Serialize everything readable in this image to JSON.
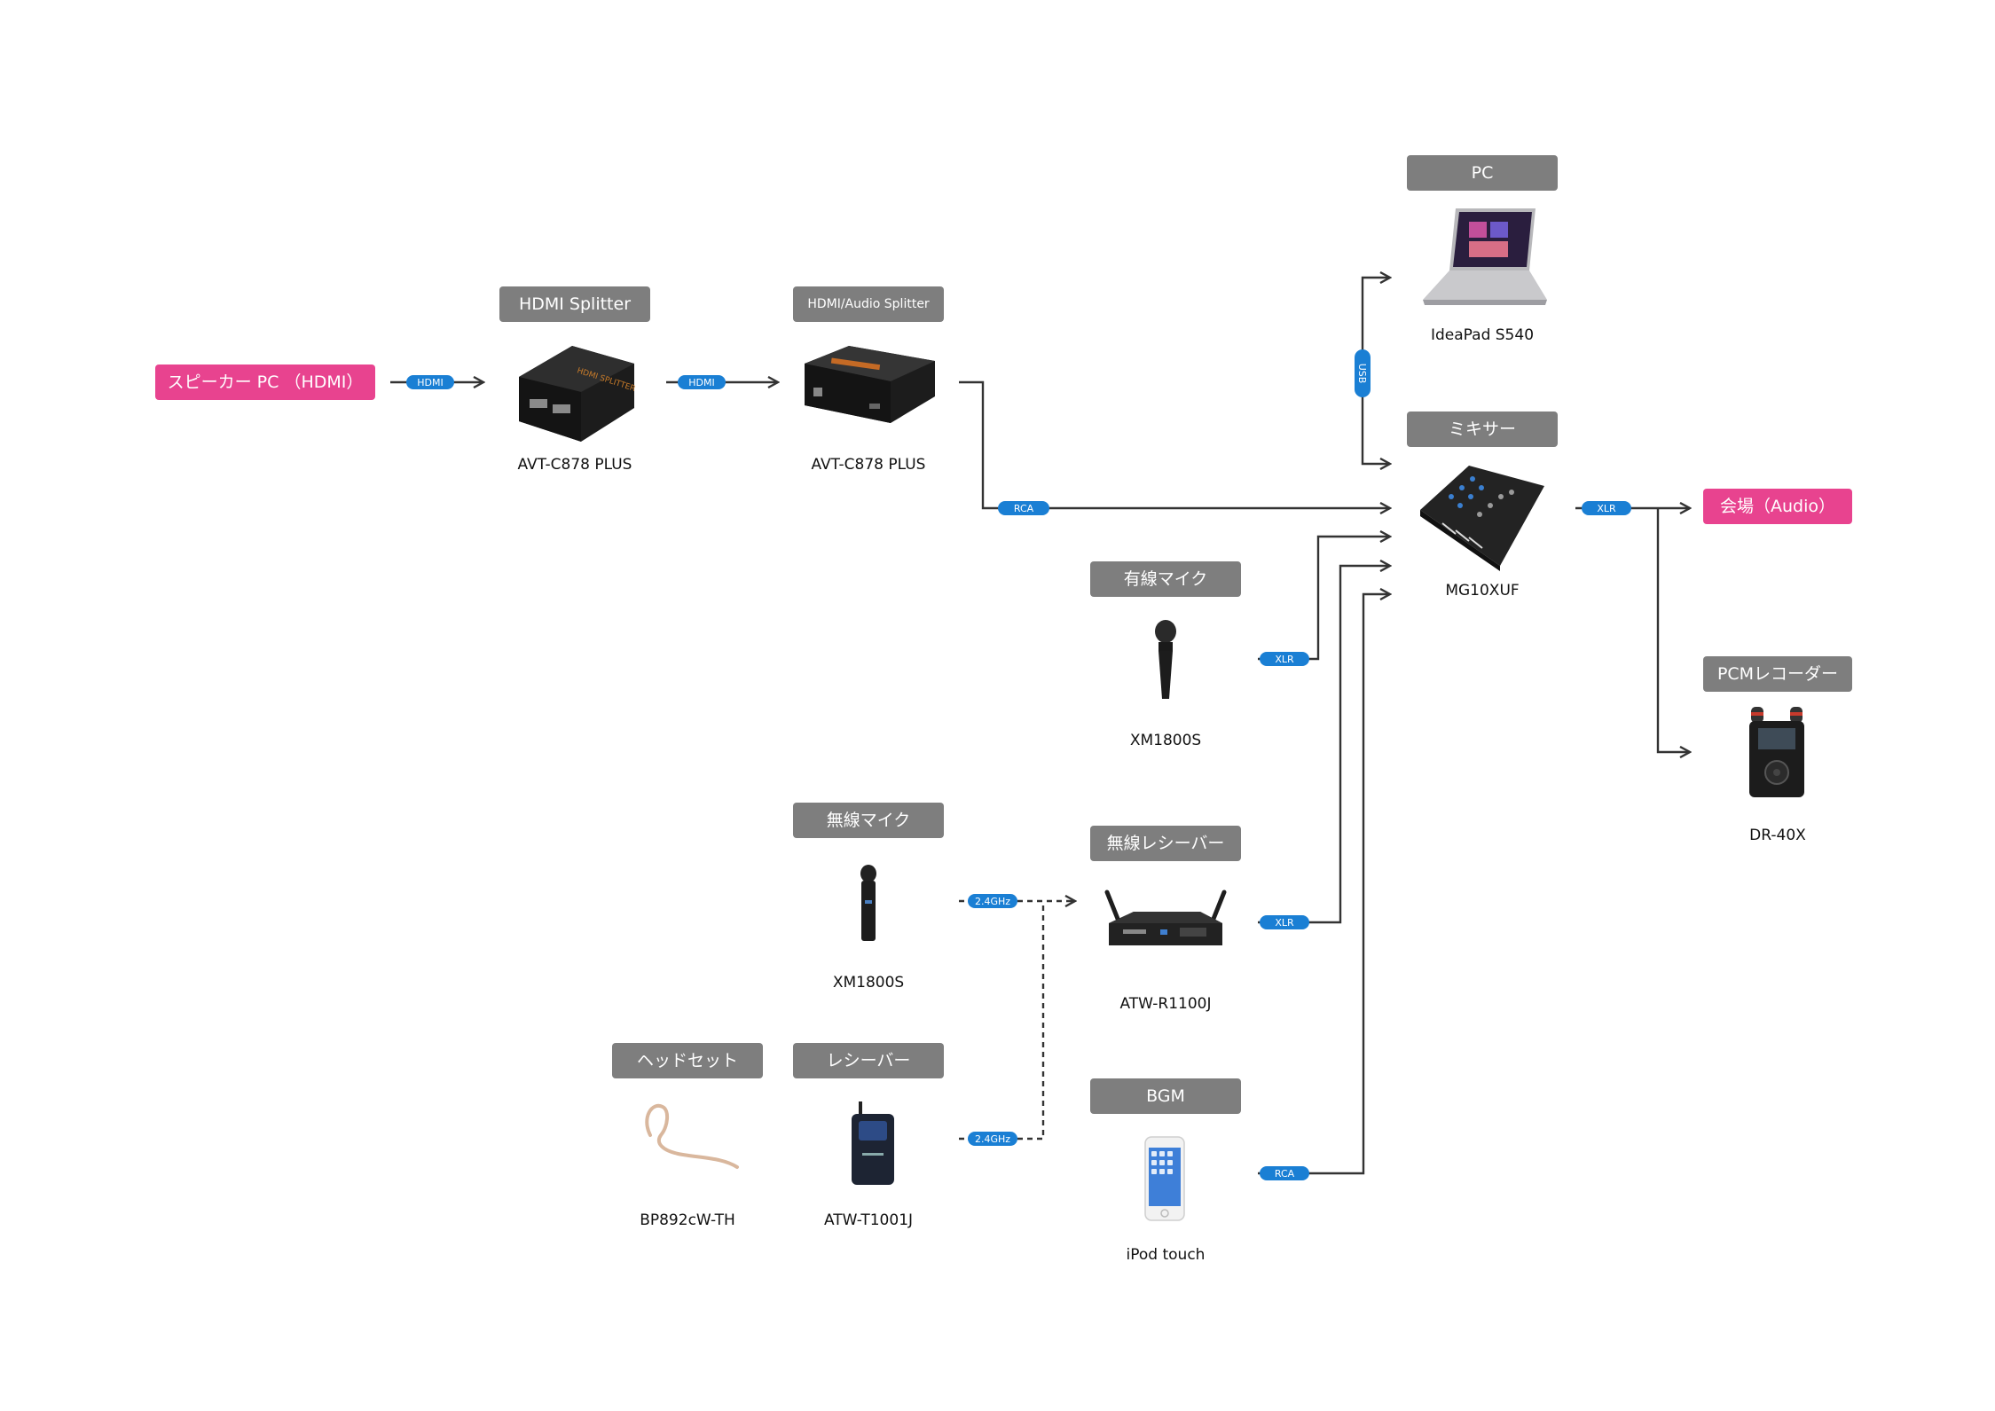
{
  "sources": {
    "speaker_pc": "スピーカー PC （HDMI）",
    "venue": "会場（Audio）"
  },
  "devices": {
    "hdmi_splitter": {
      "label": "HDMI Splitter",
      "model": "AVT-C878 PLUS"
    },
    "audio_splitter": {
      "label": "HDMI/Audio Splitter",
      "model": "AVT-C878 PLUS"
    },
    "pc": {
      "label": "PC",
      "model": "IdeaPad S540"
    },
    "mixer": {
      "label": "ミキサー",
      "model": "MG10XUF"
    },
    "wired_mic": {
      "label": "有線マイク",
      "model": "XM1800S"
    },
    "wireless_mic": {
      "label": "無線マイク",
      "model": "XM1800S"
    },
    "wireless_receiver": {
      "label": "無線レシーバー",
      "model": "ATW-R1100J"
    },
    "headset": {
      "label": "ヘッドセット",
      "model": "BP892cW-TH"
    },
    "receiver": {
      "label": "レシーバー",
      "model": "ATW-T1001J"
    },
    "bgm": {
      "label": "BGM",
      "model": "iPod touch"
    },
    "pcm_recorder": {
      "label": "PCMレコーダー",
      "model": "DR-40X"
    }
  },
  "connections": {
    "hdmi1": "HDMI",
    "hdmi2": "HDMI",
    "rca_main": "RCA",
    "usb": "USB",
    "xlr_out": "XLR",
    "xlr_wired": "XLR",
    "xlr_wireless": "XLR",
    "ghz_mic": "2.4GHz",
    "ghz_headset": "2.4GHz",
    "rca_bgm": "RCA"
  },
  "colors": {
    "label_bg": "#7e7e7e",
    "highlight": "#e8438f",
    "pill": "#1a7fd4",
    "wire": "#333333"
  }
}
